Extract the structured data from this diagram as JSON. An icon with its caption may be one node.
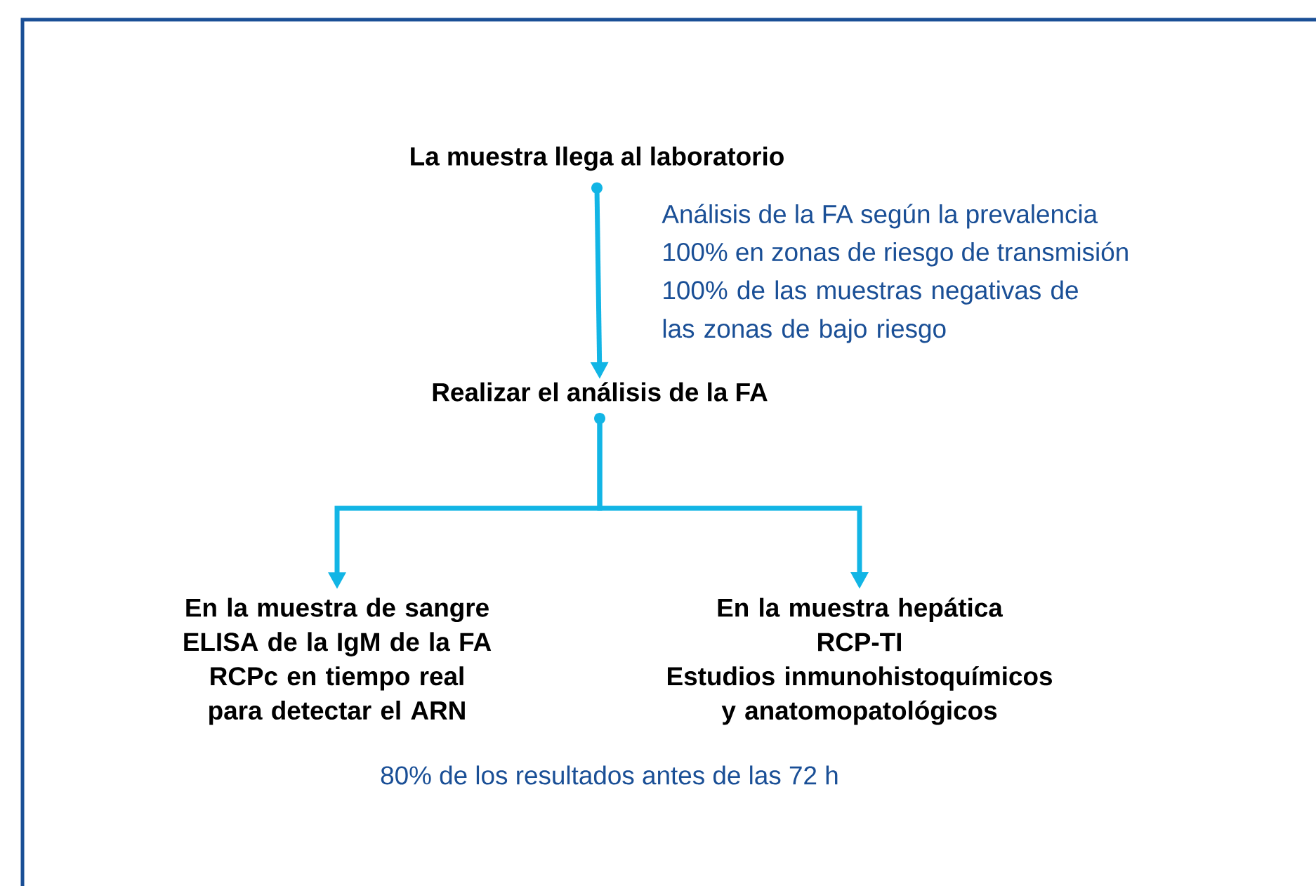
{
  "diagram": {
    "nodes": [
      {
        "text": [
          "La muestra llega al laboratorio"
        ]
      },
      {
        "text": [
          "Realizar el análisis de la FA"
        ]
      },
      {
        "text": [
          "En la muestra de sangre",
          "ELISA de la IgM de la FA",
          "RCPc en tiempo real para detectar el ARN"
        ]
      },
      {
        "text": [
          "En la muestra hepática",
          "RCP-TI",
          "Estudios inmunohistoquímicos y anatomopatológicos"
        ]
      }
    ],
    "edges": [
      {
        "from": 0,
        "to": 1,
        "arrow": "to"
      },
      {
        "from": 1,
        "to": 2,
        "arrow": "to"
      },
      {
        "from": 1,
        "to": 3,
        "arrow": "to"
      }
    ],
    "labels": [
      "Análisis de la FA según la prevalencia",
      "100% en zonas de riesgo de transmisión",
      "100% de las muestras negativas de las zonas de bajo riesgo",
      "80% de los resultados antes de las 72 h"
    ]
  }
}
